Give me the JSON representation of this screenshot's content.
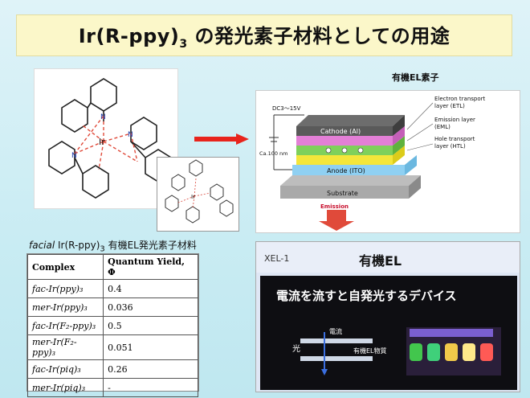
{
  "title": {
    "main": "Ir(R-ppy)",
    "sub": "3",
    "rest": " の発光素子材料としての用途"
  },
  "oled": {
    "label": "有機EL素子",
    "voltage": "DC3～15V",
    "thickness": "Ca.100 nm",
    "cathode": "Cathode (Al)",
    "anode": "Anode (ITO)",
    "substrate": "Substrate",
    "emission": "Emission",
    "etl": "Electron transport",
    "etl2": "layer (ETL)",
    "eml": "Emission layer",
    "eml2": "(EML)",
    "htl": "Hole transport",
    "htl2": "layer (HTL)"
  },
  "facial": {
    "italic": "facial",
    "formula": " Ir(R-ppy)",
    "sub": "3",
    "rest": "  有機EL発光素子材料"
  },
  "table": {
    "headers": [
      "Complex",
      "Quantum Yield,  Φ"
    ],
    "rows": [
      {
        "complex": "fac-Ir(ppy)₃",
        "qy": "0.4"
      },
      {
        "complex": "mer-Ir(ppy)₃",
        "qy": "0.036"
      },
      {
        "complex": "fac-Ir(F₂-ppy)₃",
        "qy": "0.5"
      },
      {
        "complex": "mer-Ir(F₂-ppy)₃",
        "qy": "0.051"
      },
      {
        "complex": "fac-Ir(piq)₃",
        "qy": "0.26"
      },
      {
        "complex": "mer-Ir(piq)₃",
        "qy": "-"
      }
    ]
  },
  "xel": {
    "id": "XEL-1",
    "title": "有機EL",
    "subtitle": "電流を流すと自発光するデバイス",
    "light": "光",
    "current": "電流",
    "material": "有機EL物質"
  },
  "structure": {
    "metal": "Ir",
    "n": "N"
  }
}
